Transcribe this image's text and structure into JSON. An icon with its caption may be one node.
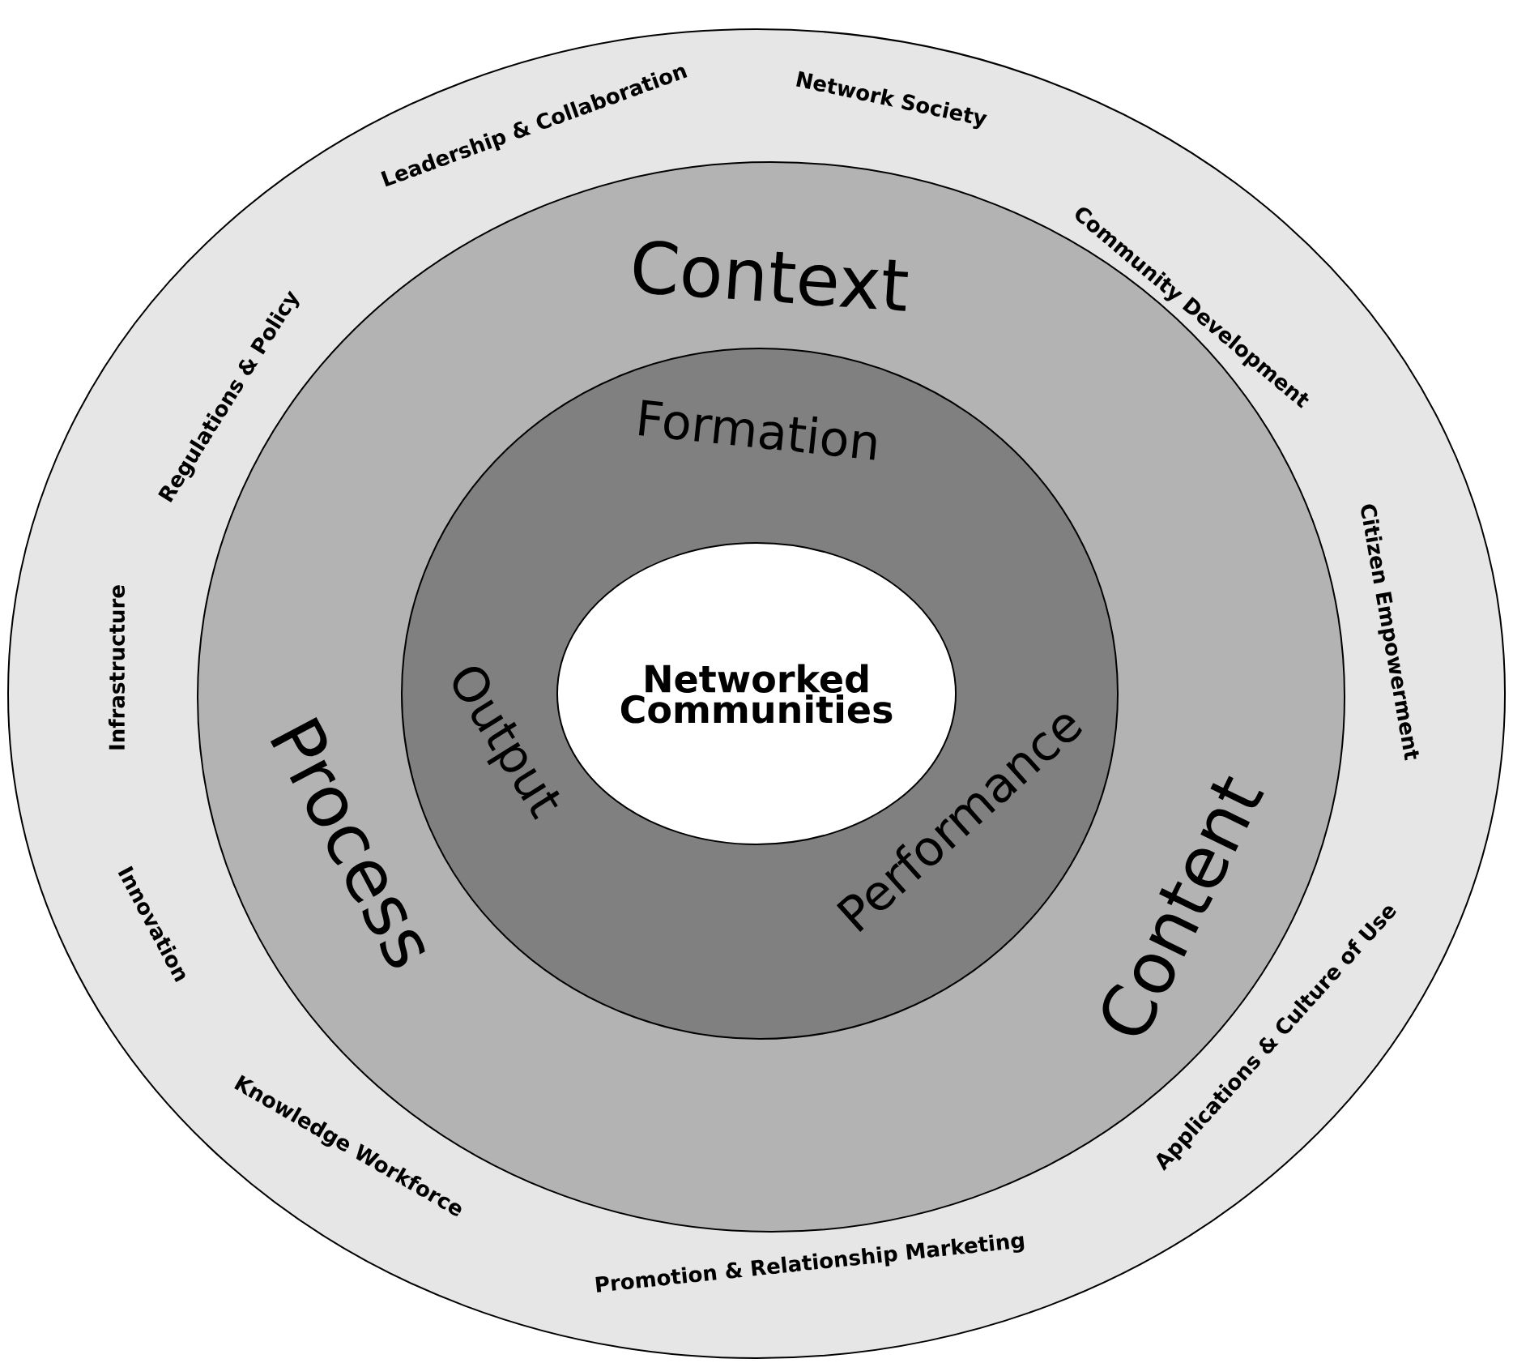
{
  "diagram": {
    "nodes": [
      {
        "text": [
          "Infrastructure",
          "Regulations & Policy",
          "Leadership & Collaboration",
          "Network Society",
          "Community Development",
          "Citizen Empowerment",
          "Applications & Culture of Use",
          "Promotion & Relationship Marketing",
          "Knowledge Workforce",
          "Innovation"
        ]
      },
      {
        "text": [
          "Context",
          "Process",
          "Content"
        ],
        "in": 0
      },
      {
        "text": [
          "Formation",
          "Output",
          "Performance"
        ],
        "in": 1
      },
      {
        "text": [
          "Networked Communities"
        ],
        "in": 2
      }
    ]
  }
}
